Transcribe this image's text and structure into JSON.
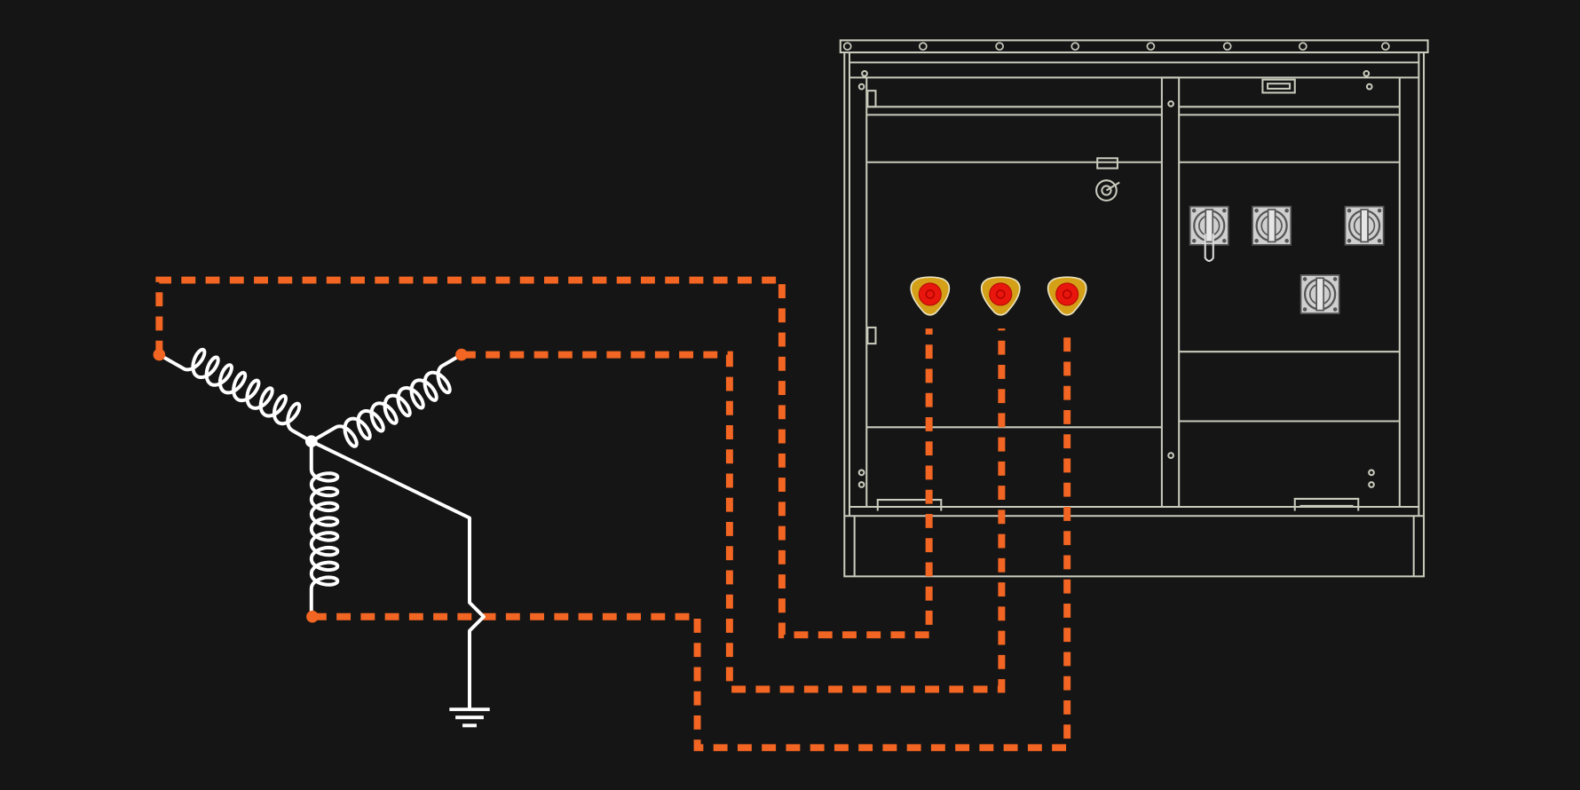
{
  "diagram": {
    "type": "wye transformer wiring to switchgear cabinet",
    "colors": {
      "background": "#151515",
      "cabinet_fill": "#3f412e",
      "cabinet_line": "#c9cbbd",
      "wire": "#ffffff",
      "connection_dashed": "#f26522",
      "bushing_yellow": "#d4a017",
      "bushing_red": "#e8160c",
      "switch_gray": "#cfcfcf"
    },
    "components": {
      "windings": 3,
      "neutral_grounded_via_resistor": true,
      "ground_icon": "ground-symbol",
      "cabinet_bushings": 3,
      "rotary_switches": 4,
      "gauge_icon": "gauge-dial"
    },
    "connections": [
      {
        "from": "winding-a-terminal",
        "to": "bushing-1"
      },
      {
        "from": "winding-b-terminal",
        "to": "bushing-2"
      },
      {
        "from": "winding-c-terminal",
        "to": "bushing-3"
      }
    ]
  }
}
